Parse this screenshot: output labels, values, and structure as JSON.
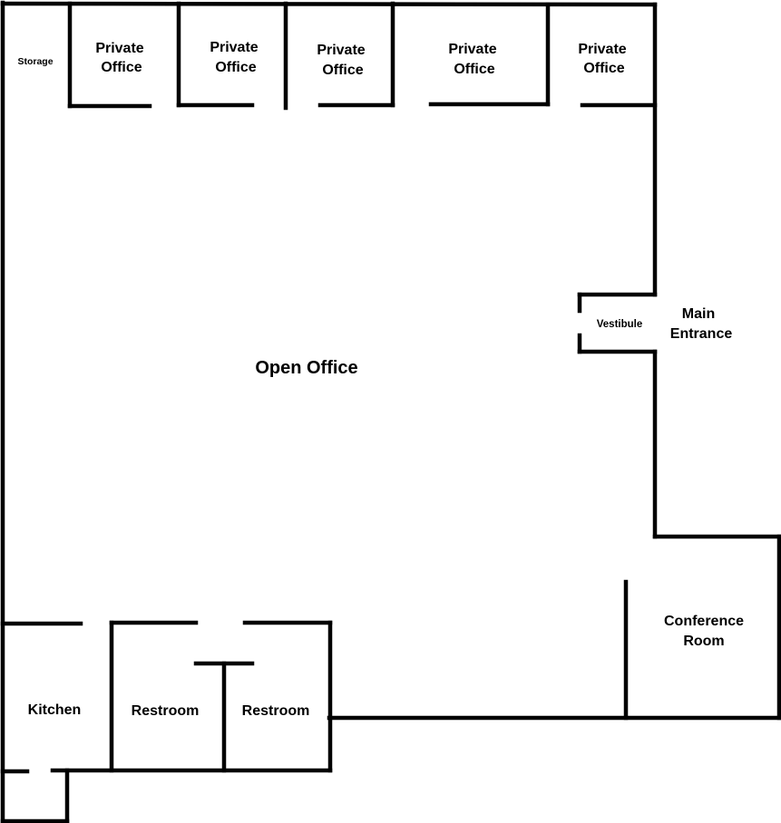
{
  "rooms": {
    "storage": "Storage",
    "office1": [
      "Private",
      "Office"
    ],
    "office2": [
      "Private",
      "Office"
    ],
    "office3": [
      "Private",
      "Office"
    ],
    "office4": [
      "Private",
      "Office"
    ],
    "office5": [
      "Private",
      "Office"
    ],
    "open_office": "Open Office",
    "vestibule": "Vestibule",
    "main_entrance": [
      "Main",
      "Entrance"
    ],
    "conference": [
      "Conference",
      "Room"
    ],
    "kitchen": "Kitchen",
    "restroom1": "Restroom",
    "restroom2": "Restroom"
  },
  "colors": {
    "wall": "#000000",
    "background": "#ffffff"
  }
}
